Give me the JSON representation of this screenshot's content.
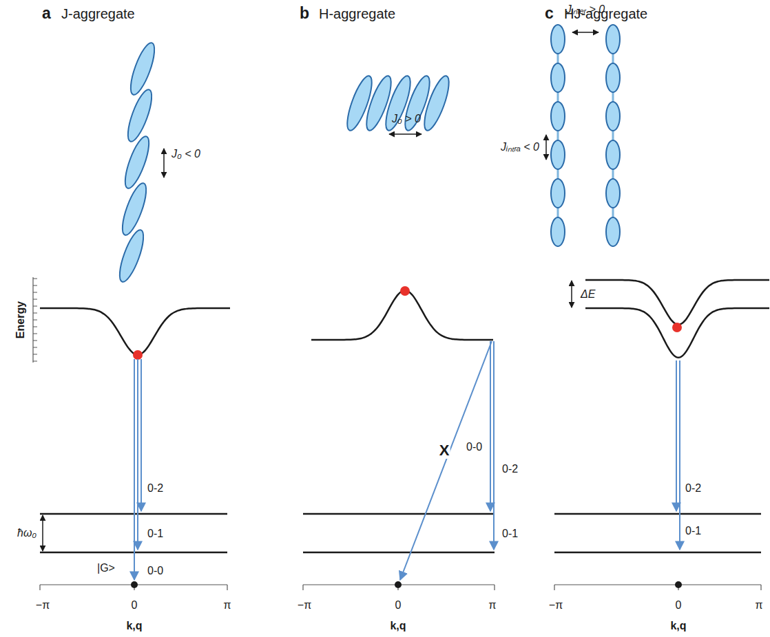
{
  "diagram": {
    "labels": [
      "a",
      "J-aggregate",
      "b",
      "H-aggregate",
      "c",
      "HJ-aggregate",
      "J₀ < 0",
      "Energy",
      "0-2",
      "ħω₀",
      "0-1",
      "|G>",
      "0-0",
      "−π",
      "0",
      "π",
      "k,q",
      "J₀ > 0",
      "X",
      "0-0",
      "0-2",
      "0-1",
      "−π",
      "0",
      "π",
      "k,q",
      "Jᵢₙₜₑᵣ > 0",
      "Jᵢₙₜᵣₐ < 0",
      "ΔE",
      "0-2",
      "0-1",
      "−π",
      "0",
      "π",
      "k,q"
    ]
  }
}
